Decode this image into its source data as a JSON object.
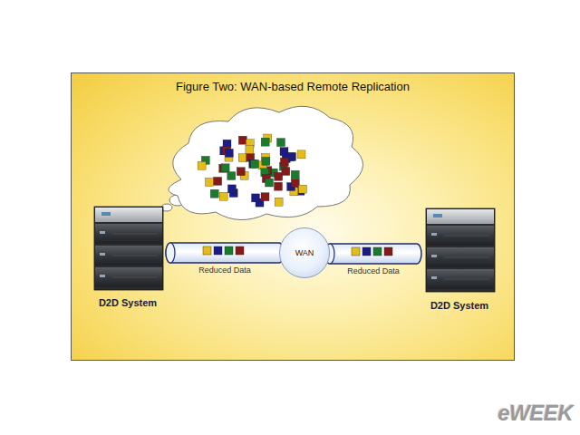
{
  "diagram": {
    "title": "Figure Two: WAN-based Remote Replication",
    "nodes": [
      {
        "text": [
          "D2D System"
        ]
      },
      {
        "text": [
          "WAN"
        ]
      },
      {
        "text": [
          "D2D System"
        ]
      }
    ],
    "edges": [
      {
        "from": 0,
        "to": 1,
        "arrow": "none",
        "label": "Reduced Data"
      },
      {
        "from": 1,
        "to": 2,
        "arrow": "none",
        "label": "Reduced Data"
      }
    ],
    "labels": [
      "eWEEK"
    ]
  }
}
